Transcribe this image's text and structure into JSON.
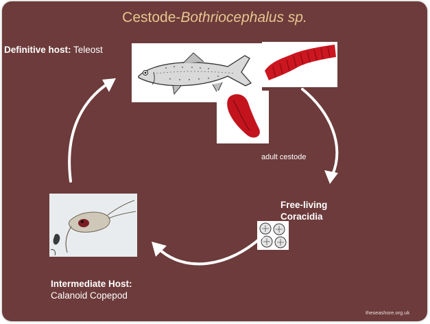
{
  "title": {
    "prefix": "Cestode-",
    "italic": "Bothriocephalus sp."
  },
  "definitive_host": {
    "label": "Definitive host:",
    "value": "Teleost"
  },
  "adult_caption": "adult cestode",
  "free_living": {
    "line1": "Free-living",
    "line2": "Coracidia"
  },
  "intermediate_host": {
    "label": "Intermediate Host:",
    "value": "Calanoid Copepod"
  },
  "credit": "theseashore.org.uk",
  "colors": {
    "background": "#6d3b3b",
    "title": "#e6c690",
    "arrow": "#ffffff",
    "cestode_red": "#cc1620"
  }
}
